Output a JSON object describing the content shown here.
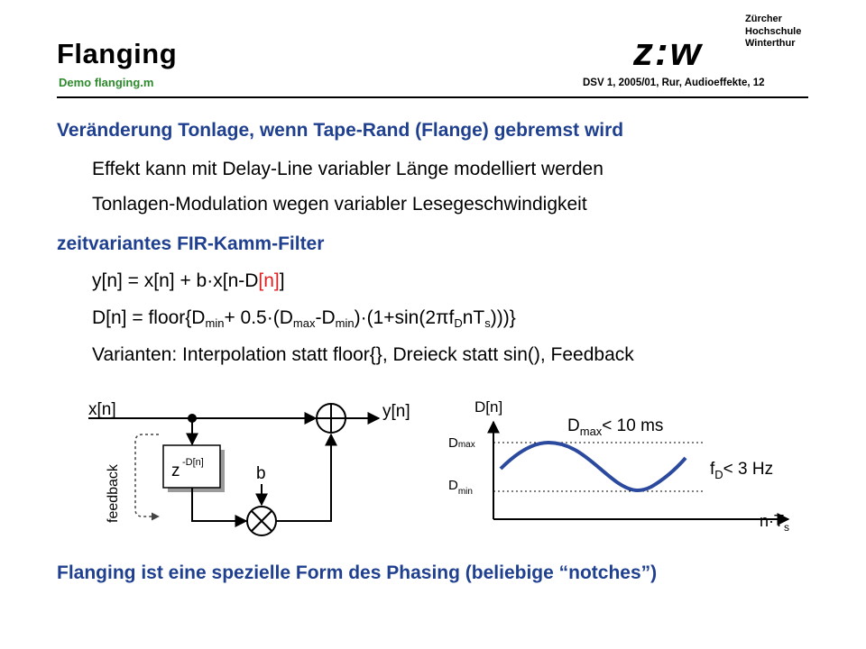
{
  "header": {
    "title": "Flanging",
    "subtitle": "Demo flanging.m",
    "course": "DSV 1, 2005/01, Rur, Audioeffekte, 12",
    "logo": {
      "lines": [
        "Zürcher",
        "Hochschule",
        "Winterthur"
      ],
      "mark": "z:w"
    }
  },
  "content": {
    "heading1": "Veränderung Tonlage, wenn Tape-Rand (Flange) gebremst wird",
    "bullet1": "Effekt kann mit Delay-Line variabler Länge modelliert werden",
    "bullet2": "Tonlagen-Modulation wegen variabler Lesegeschwindigkeit",
    "heading2": "zeitvariantes FIR-Kamm-Filter",
    "eq1": {
      "pre": "y[n] = x[n] + b·x[n-D",
      "red": "[n]",
      "post": "]"
    },
    "eq2": {
      "p1": "D[n] = floor{D",
      "s1": "min",
      "p2": "+ 0.5·(D",
      "s2": "max",
      "p3": "-D",
      "s3": "min",
      "p4": ")·(1+sin(2πf",
      "s4": "D",
      "p5": "nT",
      "s5": "s",
      "p6": ")))}"
    },
    "bullet3": "Varianten: Interpolation statt floor{}, Dreieck statt sin(), Feedback",
    "conclusion": "Flanging ist eine spezielle Form des Phasing (beliebige “notches”)"
  },
  "block_diagram": {
    "input_label": "x[n]",
    "output_label": "y[n]",
    "delay_base": "z",
    "delay_exp": "-D[n]",
    "gain_label": "b",
    "feedback_label": "feedback"
  },
  "delay_plot": {
    "y_axis": "D[n]",
    "x_axis_base": "n·T",
    "x_axis_sub": "s",
    "dmax_base": "D",
    "dmax_sub": "max",
    "dmin_base": "D",
    "dmin_sub": "min",
    "dmax_note_base": "D",
    "dmax_note_sub": "max",
    "dmax_note_rest": "< 10 ms",
    "fd_note_base": "f",
    "fd_note_sub": "D",
    "fd_note_rest": "< 3 Hz"
  },
  "colors": {
    "heading": "#1f3f8f",
    "subtitle": "#2d8a2d",
    "accent_red": "#e02020",
    "curve": "#2b4a9e"
  }
}
